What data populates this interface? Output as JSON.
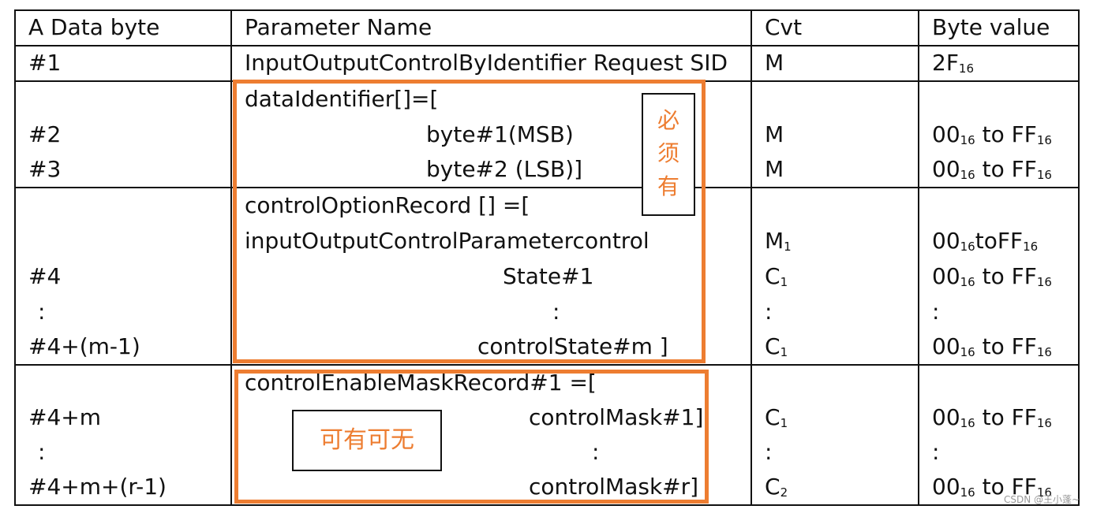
{
  "table": {
    "headers": [
      "A Data byte",
      "Parameter Name",
      "Cvt",
      "Byte value"
    ],
    "sub16": "16",
    "row1": {
      "byte": "#1",
      "param": "InputOutputControlByIdentifier Request SID",
      "cvt": "M",
      "val_main": "2F"
    },
    "row2": {
      "param_head": "dataIdentifier[]=[",
      "byte_a": "#2",
      "byte_b": "#3",
      "param_a": "byte#1(MSB)",
      "param_b": "byte#2 (LSB)]",
      "cvt_a": "M",
      "cvt_b": "M",
      "val_00": "00",
      "val_to": " to FF"
    },
    "row3": {
      "param_head": "controlOptionRecord [] =[",
      "param_a": "inputOutputControlParametercontrol",
      "param_b": "State#1",
      "param_dots": ":",
      "param_c": "controlState#m ]",
      "byte_a": "#4",
      "byte_dots": ":",
      "byte_b": "#4+(m-1)",
      "cvt_a_main": "M",
      "cvt_a_sub": "1",
      "cvt_b_main": "C",
      "cvt_b_sub": "1",
      "cvt_dots": ":",
      "cvt_c_main": "C",
      "cvt_c_sub": "1",
      "val_a_00": "00",
      "val_a_to": "toFF",
      "val_dots": ":"
    },
    "row4": {
      "param_head": "controlEnableMaskRecord#1 =[",
      "param_a": "controlMask#1]",
      "param_dots": ":",
      "param_b": "controlMask#r]",
      "byte_a": "#4+m",
      "byte_dots": ":",
      "byte_b": "#4+m+(r-1)",
      "cvt_a_main": "C",
      "cvt_a_sub": "1",
      "cvt_dots": ":",
      "cvt_b_main": "C",
      "cvt_b_sub": "2",
      "val_dots": ":"
    }
  },
  "annotations": {
    "required_label": "必\n须\n有",
    "optional_label": "可有可无",
    "highlight_color": "#ED7D31"
  },
  "watermark": "CSDN @王小蓬~"
}
